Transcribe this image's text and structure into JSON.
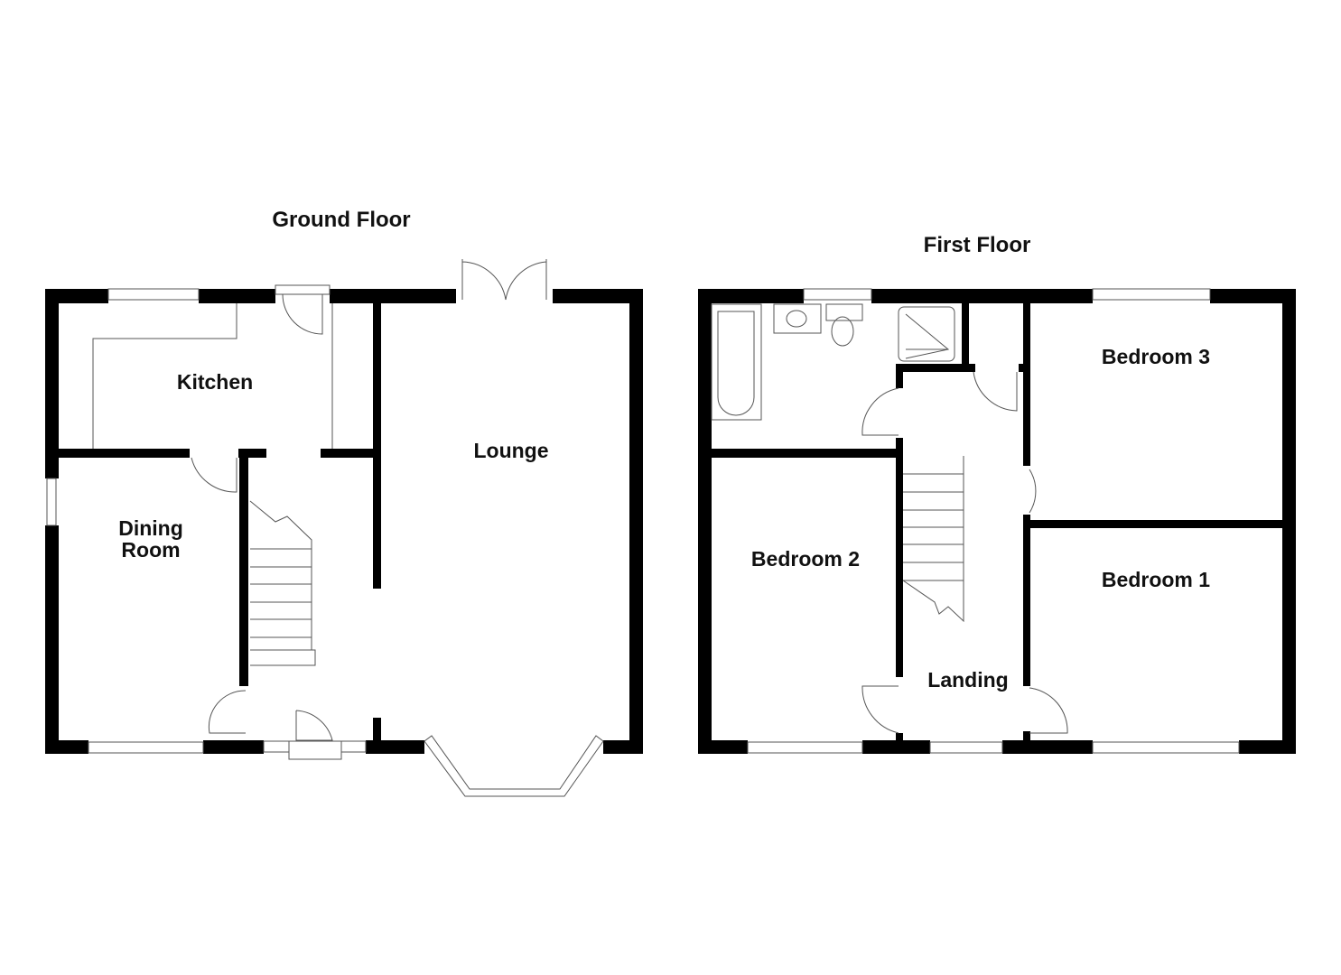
{
  "ground_floor": {
    "title": "Ground Floor",
    "rooms": {
      "kitchen": "Kitchen",
      "lounge": "Lounge",
      "dining_line1": "Dining",
      "dining_line2": "Room"
    }
  },
  "first_floor": {
    "title": "First Floor",
    "rooms": {
      "bedroom3": "Bedroom 3",
      "bedroom2": "Bedroom 2",
      "bedroom1": "Bedroom 1",
      "landing": "Landing"
    }
  }
}
